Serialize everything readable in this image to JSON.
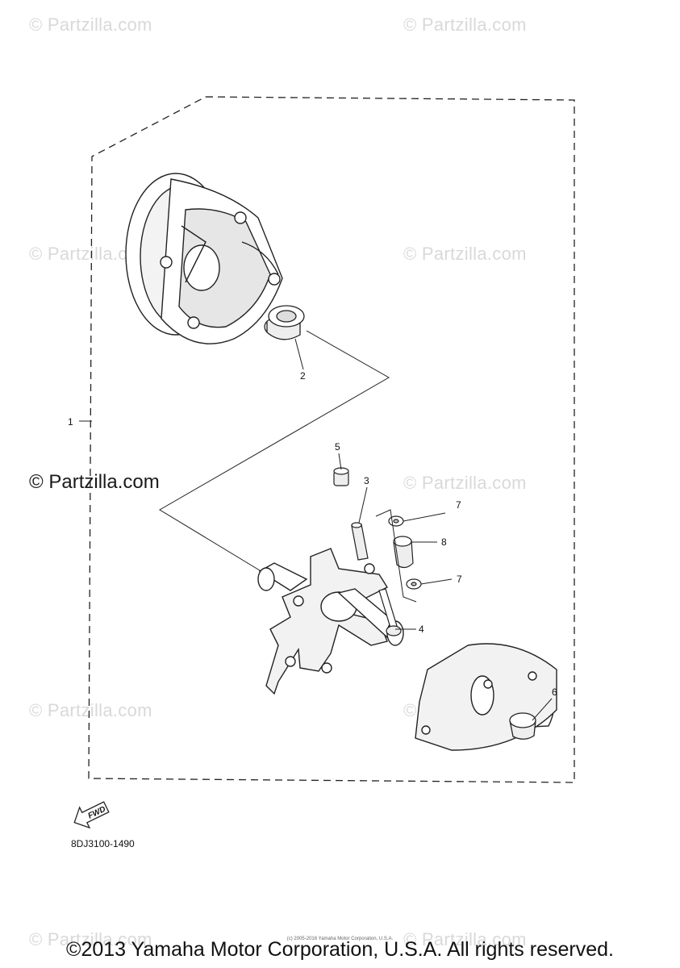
{
  "watermark": {
    "text": "© Partzilla.com",
    "main": "© Partzilla.com"
  },
  "diagram": {
    "callouts": [
      "1",
      "2",
      "3",
      "4",
      "5",
      "6",
      "7",
      "7",
      "8"
    ],
    "fwd_label": "FWD",
    "part_code": "8DJ3100-1490"
  },
  "footer": {
    "copyright": "©2013 Yamaha Motor Corporation, U.S.A. All rights reserved.",
    "fineprint": "(c) 2005-2016 Yamaha Motor Corporation, U.S.A."
  }
}
